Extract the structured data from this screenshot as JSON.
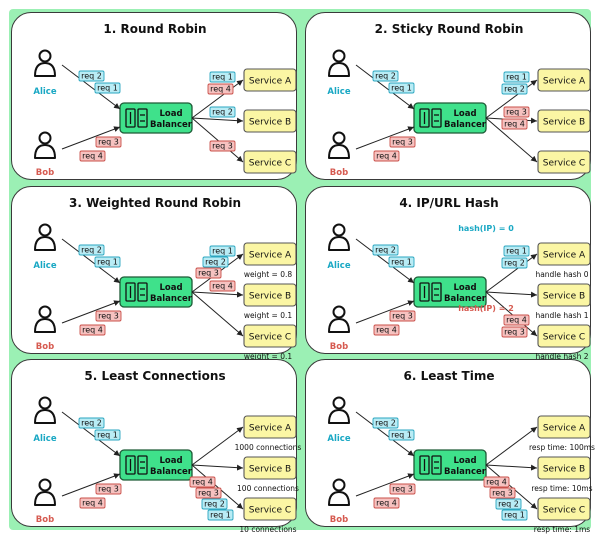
{
  "colors": {
    "background": "#9bf0b4",
    "alice": "#1aa8c4",
    "bob": "#d65a50",
    "alice_tag_fill": "#b9ecf5",
    "alice_tag_stroke": "#2aa6c0",
    "bob_tag_fill": "#f6c2c0",
    "bob_tag_stroke": "#c9504a",
    "service_fill": "#fbf6a4",
    "lb_fill": "#3fe18b"
  },
  "users": {
    "alice": "Alice",
    "bob": "Bob"
  },
  "load_balancer": {
    "line1": "Load",
    "line2": "Balancer"
  },
  "icons": {
    "user": "person-icon",
    "balancer": "load-balancer-icon"
  },
  "panels": [
    {
      "title": "1. Round Robin",
      "inbound": {
        "alice": [
          "req 2",
          "req 1"
        ],
        "bob": [
          "req 3",
          "req 4"
        ]
      },
      "services": [
        {
          "name": "Service A",
          "note": "",
          "tags": [
            {
              "label": "req 1",
              "who": "alice"
            },
            {
              "label": "req 4",
              "who": "bob"
            }
          ]
        },
        {
          "name": "Service B",
          "note": "",
          "tags": [
            {
              "label": "req 2",
              "who": "alice"
            }
          ]
        },
        {
          "name": "Service C",
          "note": "",
          "tags": [
            {
              "label": "req 3",
              "who": "bob"
            }
          ]
        }
      ],
      "hash_notes": []
    },
    {
      "title": "2. Sticky Round Robin",
      "inbound": {
        "alice": [
          "req 2",
          "req 1"
        ],
        "bob": [
          "req 3",
          "req 4"
        ]
      },
      "services": [
        {
          "name": "Service A",
          "note": "",
          "tags": [
            {
              "label": "req 1",
              "who": "alice"
            },
            {
              "label": "req 2",
              "who": "alice"
            }
          ]
        },
        {
          "name": "Service B",
          "note": "",
          "tags": [
            {
              "label": "req 3",
              "who": "bob"
            },
            {
              "label": "req 4",
              "who": "bob"
            }
          ]
        },
        {
          "name": "Service C",
          "note": "",
          "tags": []
        }
      ],
      "hash_notes": []
    },
    {
      "title": "3. Weighted Round Robin",
      "inbound": {
        "alice": [
          "req 2",
          "req 1"
        ],
        "bob": [
          "req 3",
          "req 4"
        ]
      },
      "services": [
        {
          "name": "Service A",
          "note": "weight = 0.8",
          "tags": [
            {
              "label": "req 1",
              "who": "alice"
            },
            {
              "label": "req 2",
              "who": "alice"
            },
            {
              "label": "req 3",
              "who": "bob"
            }
          ]
        },
        {
          "name": "Service B",
          "note": "weight = 0.1",
          "tags": [
            {
              "label": "req 4",
              "who": "bob"
            }
          ]
        },
        {
          "name": "Service C",
          "note": "weight = 0.1",
          "tags": []
        }
      ],
      "hash_notes": []
    },
    {
      "title": "4. IP/URL Hash",
      "inbound": {
        "alice": [
          "req 2",
          "req 1"
        ],
        "bob": [
          "req 3",
          "req 4"
        ]
      },
      "services": [
        {
          "name": "Service A",
          "note": "handle hash 0",
          "tags": [
            {
              "label": "req 1",
              "who": "alice"
            },
            {
              "label": "req 2",
              "who": "alice"
            }
          ]
        },
        {
          "name": "Service B",
          "note": "handle hash 1",
          "tags": []
        },
        {
          "name": "Service C",
          "note": "handle hash 2",
          "tags": [
            {
              "label": "req 4",
              "who": "bob"
            },
            {
              "label": "req 3",
              "who": "bob"
            }
          ]
        }
      ],
      "hash_notes": [
        {
          "label": "hash(IP) = 0",
          "who": "alice"
        },
        {
          "label": "hash(IP) = 2",
          "who": "bob"
        }
      ]
    },
    {
      "title": "5. Least Connections",
      "inbound": {
        "alice": [
          "req 2",
          "req 1"
        ],
        "bob": [
          "req 3",
          "req 4"
        ]
      },
      "services": [
        {
          "name": "Service A",
          "note": "1000 connections",
          "tags": []
        },
        {
          "name": "Service B",
          "note": "100 connections",
          "tags": []
        },
        {
          "name": "Service C",
          "note": "10 connections",
          "tags": [
            {
              "label": "req 4",
              "who": "bob"
            },
            {
              "label": "req 3",
              "who": "bob"
            },
            {
              "label": "req 2",
              "who": "alice"
            },
            {
              "label": "req 1",
              "who": "alice"
            }
          ]
        }
      ],
      "hash_notes": []
    },
    {
      "title": "6. Least Time",
      "inbound": {
        "alice": [
          "req 2",
          "req 1"
        ],
        "bob": [
          "req 3",
          "req 4"
        ]
      },
      "services": [
        {
          "name": "Service A",
          "note": "resp time: 100ms",
          "tags": []
        },
        {
          "name": "Service B",
          "note": "resp time: 10ms",
          "tags": []
        },
        {
          "name": "Service C",
          "note": "resp time: 1ms",
          "tags": [
            {
              "label": "req 4",
              "who": "bob"
            },
            {
              "label": "req 3",
              "who": "bob"
            },
            {
              "label": "req 2",
              "who": "alice"
            },
            {
              "label": "req 1",
              "who": "alice"
            }
          ]
        }
      ],
      "hash_notes": []
    }
  ]
}
